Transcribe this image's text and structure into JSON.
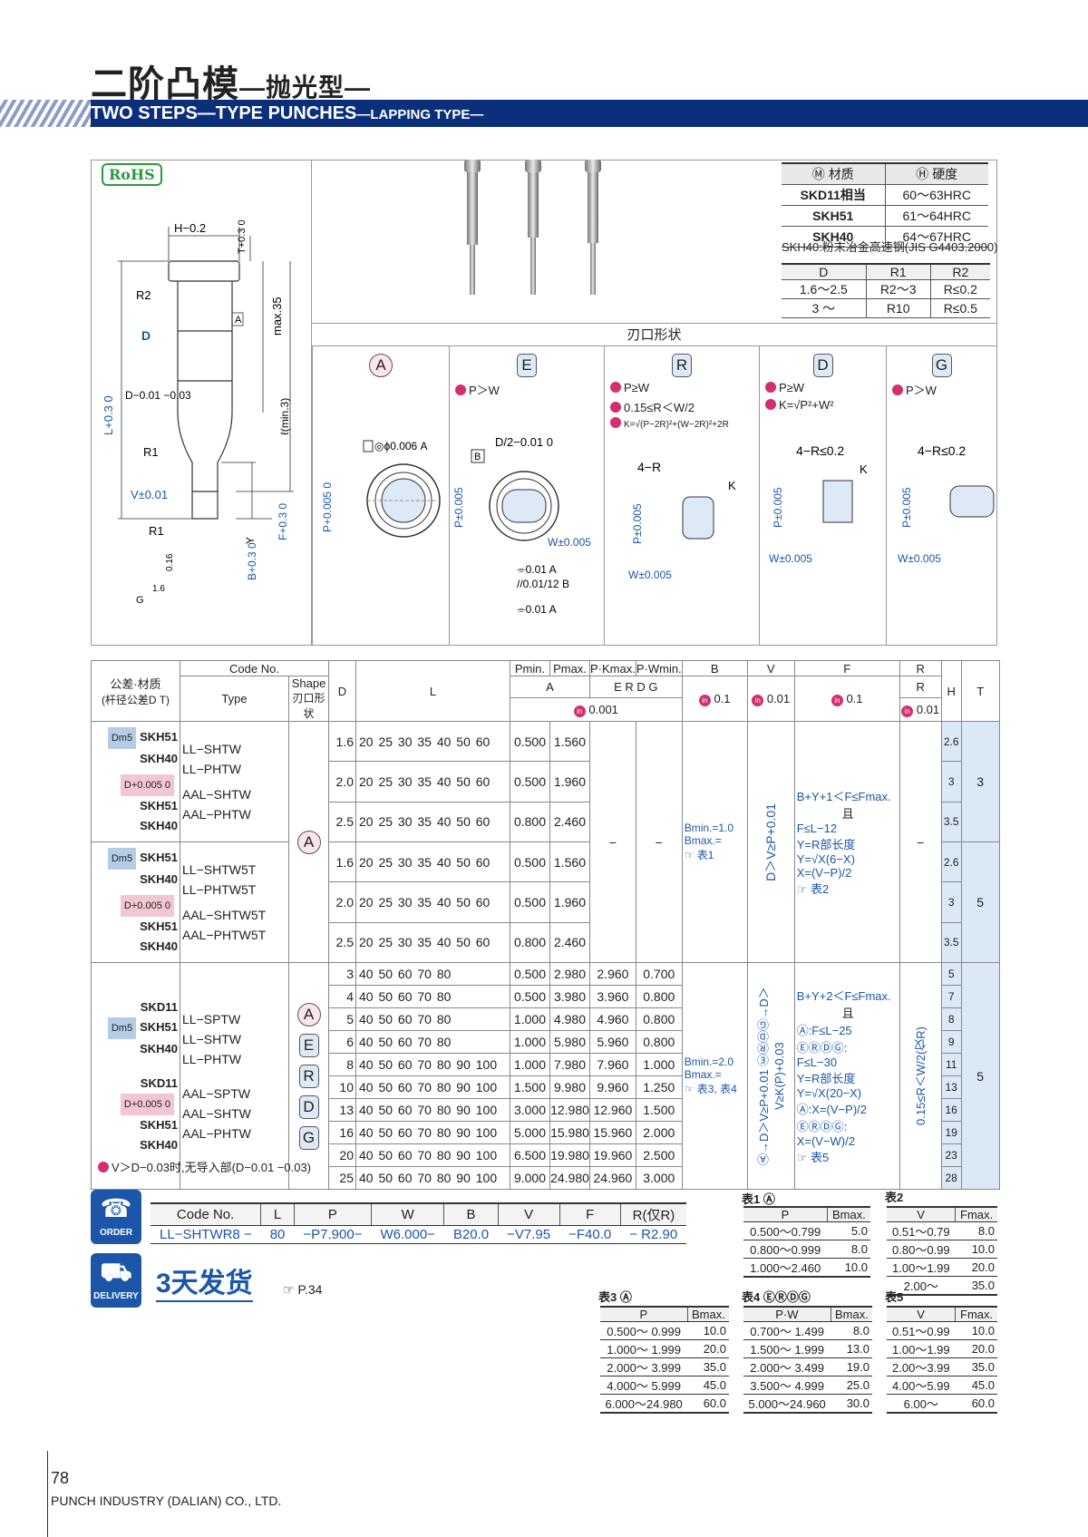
{
  "header": {
    "title_zh": "二阶凸模",
    "title_zh_sub": "—抛光型—",
    "title_en": "TWO STEPS—TYPE PUNCHES",
    "title_en_sub": "—LAPPING TYPE—"
  },
  "rohs": "RoHS",
  "drawing": {
    "labels": [
      "H−0.2 0",
      "T+0.3 0",
      "R2",
      "A",
      "D",
      "max.35",
      "D−0.01 −0.03",
      "ℓ(min.3)",
      "L+0.3 0",
      "R1",
      "V±0.01",
      "F+0.3 0",
      "R1",
      "Y",
      "B+0.3 0",
      "0.16",
      "G",
      "1.6"
    ]
  },
  "material_table": {
    "headers": [
      "材质",
      "硬度"
    ],
    "rows": [
      [
        "SKD11相当",
        "60～63HRC"
      ],
      [
        "SKH51",
        "61～64HRC"
      ],
      [
        "SKH40",
        "64～67HRC"
      ]
    ],
    "note": "SKH40:粉末冶金高速钢(JIS G4403.2000)"
  },
  "r_table": {
    "headers": [
      "D",
      "R1",
      "R2"
    ],
    "rows": [
      [
        "1.6～2.5",
        "R2～3",
        "R≤0.2"
      ],
      [
        "3 ～",
        "R10",
        "R≤0.5"
      ]
    ]
  },
  "blade_shape": {
    "title": "刃口形状",
    "shapes": [
      {
        "key": "A",
        "notes": [],
        "labels": [
          "◎ϕ0.006 A",
          "P+0.005 0"
        ]
      },
      {
        "key": "E",
        "notes": [
          "P＞W"
        ],
        "labels": [
          "D/2−0.01 0",
          "B",
          "P±0.005",
          "W±0.005",
          "⌯0.01 A",
          "//0.01/12 B",
          "⌯0.01 A"
        ]
      },
      {
        "key": "R",
        "notes": [
          "P≥W",
          "0.15≤R＜W/2",
          "K=√(P−2R)²+(W−2R)²+2R"
        ],
        "labels": [
          "4−R",
          "K",
          "P±0.005",
          "W±0.005"
        ]
      },
      {
        "key": "D",
        "notes": [
          "P≥W",
          "K=√P²+W²"
        ],
        "labels": [
          "4−R≤0.2",
          "K",
          "P±0.005",
          "W±0.005"
        ]
      },
      {
        "key": "G",
        "notes": [
          "P＞W"
        ],
        "labels": [
          "4−R≤0.2",
          "P±0.005",
          "W±0.005"
        ]
      }
    ]
  },
  "main_table": {
    "head": {
      "tol_mat": "公差·材质",
      "tol_mat_sub": "(杆径公差D T)",
      "code_no": "Code No.",
      "type": "Type",
      "shape": "Shape",
      "shape_sub": "刃口形状",
      "d": "D",
      "l": "L",
      "pmin": "Pmin.",
      "pmax": "Pmax.",
      "pk": "P·Kmax.",
      "pw": "P·Wmin.",
      "a_mark": "A",
      "erdg_mark": "E R D G",
      "tol_001": "0.001",
      "b": "B",
      "b_tol": "0.1",
      "v": "V",
      "v_tol": "0.01",
      "f": "F",
      "f_tol": "0.1",
      "r": "R",
      "r_mark": "R",
      "r_tol": "0.01",
      "h": "H",
      "t": "T"
    },
    "group1": {
      "blocks": [
        {
          "tol": "Dm5",
          "mats": [
            "SKH51",
            "SKH40"
          ],
          "types": [
            "LL−SHTW",
            "LL−PHTW"
          ]
        },
        {
          "tol": "D+0.005 0",
          "mats": [
            "SKH51",
            "SKH40"
          ],
          "types": [
            "AAL−SHTW",
            "AAL−PHTW"
          ]
        },
        {
          "tol": "Dm5",
          "mats": [
            "SKH51",
            "SKH40"
          ],
          "types": [
            "LL−SHTW5T",
            "LL−PHTW5T"
          ]
        },
        {
          "tol": "D+0.005 0",
          "mats": [
            "SKH51",
            "SKH40"
          ],
          "types": [
            "AAL−SHTW5T",
            "AAL−PHTW5T"
          ]
        }
      ],
      "shape": "A",
      "rows": [
        {
          "d": "1.6",
          "l": "20 25 30 35 40 50 60",
          "pmin": "0.500",
          "pmax": "1.560",
          "h": "2.6"
        },
        {
          "d": "2.0",
          "l": "20 25 30 35 40 50 60",
          "pmin": "0.500",
          "pmax": "1.960",
          "h": "3"
        },
        {
          "d": "2.5",
          "l": "20 25 30 35 40 50 60",
          "pmin": "0.800",
          "pmax": "2.460",
          "h": "3.5"
        },
        {
          "d": "1.6",
          "l": "20 25 30 35 40 50 60",
          "pmin": "0.500",
          "pmax": "1.560",
          "h": "2.6"
        },
        {
          "d": "2.0",
          "l": "20 25 30 35 40 50 60",
          "pmin": "0.500",
          "pmax": "1.960",
          "h": "3"
        },
        {
          "d": "2.5",
          "l": "20 25 30 35 40 50 60",
          "pmin": "0.800",
          "pmax": "2.460",
          "h": "3.5"
        }
      ],
      "dash": "−",
      "b_text": [
        "Bmin.=1.0",
        "Bmax.=",
        "☞ 表1"
      ],
      "v_text": "D＞V≥P+0.01",
      "f_text": [
        "B+Y+1＜F≤Fmax.",
        "且",
        "F≤L−12",
        "Y=R部长度",
        "Y=√X(6−X)",
        "X=(V−P)/2",
        "☞ 表2"
      ],
      "t_values": [
        "3",
        "5"
      ]
    },
    "group2": {
      "block": {
        "tol_a": "Dm5",
        "tol_b": "D+0.005 0",
        "mats_a": [
          "SKD11",
          "SKH51",
          "SKH40"
        ],
        "types_a": [
          "LL−SPTW",
          "LL−SHTW",
          "LL−PHTW"
        ],
        "mats_b": [
          "SKD11",
          "SKH51",
          "SKH40"
        ],
        "types_b": [
          "AAL−SPTW",
          "AAL−SHTW",
          "AAL−PHTW"
        ]
      },
      "shapes": [
        "A",
        "E",
        "R",
        "D",
        "G"
      ],
      "rows": [
        {
          "d": "3",
          "l": "40 50 60 70 80",
          "pmin": "0.500",
          "pmax": "2.980",
          "pk": "2.960",
          "pw": "0.700",
          "h": "5"
        },
        {
          "d": "4",
          "l": "40 50 60 70 80",
          "pmin": "0.500",
          "pmax": "3.980",
          "pk": "3.960",
          "pw": "0.800",
          "h": "7"
        },
        {
          "d": "5",
          "l": "40 50 60 70 80",
          "pmin": "1.000",
          "pmax": "4.980",
          "pk": "4.960",
          "pw": "0.800",
          "h": "8"
        },
        {
          "d": "6",
          "l": "40 50 60 70 80",
          "pmin": "1.000",
          "pmax": "5.980",
          "pk": "5.960",
          "pw": "0.800",
          "h": "9"
        },
        {
          "d": "8",
          "l": "40 50 60 70 80 90 100",
          "pmin": "1.000",
          "pmax": "7.980",
          "pk": "7.960",
          "pw": "1.000",
          "h": "11"
        },
        {
          "d": "10",
          "l": "40 50 60 70 80 90 100",
          "pmin": "1.500",
          "pmax": "9.980",
          "pk": "9.960",
          "pw": "1.250",
          "h": "13"
        },
        {
          "d": "13",
          "l": "40 50 60 70 80 90 100",
          "pmin": "3.000",
          "pmax": "12.980",
          "pk": "12.960",
          "pw": "1.500",
          "h": "16"
        },
        {
          "d": "16",
          "l": "40 50 60 70 80 90 100",
          "pmin": "5.000",
          "pmax": "15.980",
          "pk": "15.960",
          "pw": "2.000",
          "h": "19"
        },
        {
          "d": "20",
          "l": "40 50 60 70 80 90 100",
          "pmin": "6.500",
          "pmax": "19.980",
          "pk": "19.960",
          "pw": "2.500",
          "h": "23"
        },
        {
          "d": "25",
          "l": "40 50 60 70 80 90 100",
          "pmin": "9.000",
          "pmax": "24.980",
          "pk": "24.960",
          "pw": "3.000",
          "h": "28"
        }
      ],
      "b_text": [
        "Bmin.=2.0",
        "Bmax.=",
        "☞ 表3, 表4"
      ],
      "v_text": "Ⓐ→D＞V≥P+0.01 ⒺⓇⒹⒼ→D＞V≥K(P)+0.03",
      "f_text": [
        "B+Y+2＜F≤Fmax.",
        "且",
        "Ⓐ:F≤L−25",
        "ⒺⓇⒹⒼ:",
        "F≤L−30",
        "Y=R部长度",
        "Y=√X(20−X)",
        "Ⓐ:X=(V−P)/2",
        "ⒺⓇⒹⒼ:",
        "X=(V−W)/2",
        "☞ 表5"
      ],
      "r_text": "0.15≤R＜W/2(仅R)",
      "t_value": "5"
    },
    "footnote": "V＞D−0.03时,无导入部(D−0.01 −0.03)"
  },
  "order": {
    "icon_label": "ORDER",
    "headers": [
      "Code No.",
      "L",
      "P",
      "W",
      "B",
      "V",
      "F",
      "R(仅R)"
    ],
    "values": [
      "LL−SHTWR8 −",
      "80",
      "−P7.900−",
      "W6.000−",
      "B20.0",
      "−V7.95",
      "−F40.0",
      "− R2.90"
    ]
  },
  "delivery": {
    "icon_label": "DELIVERY",
    "text": "3天发货",
    "ref": "☞ P.34"
  },
  "small_tables": {
    "t1": {
      "title": "表1 Ⓐ",
      "headers": [
        "P",
        "Bmax."
      ],
      "rows": [
        [
          "0.500～0.799",
          "5.0"
        ],
        [
          "0.800～0.999",
          "8.0"
        ],
        [
          "1.000～2.460",
          "10.0"
        ]
      ]
    },
    "t2": {
      "title": "表2",
      "headers": [
        "V",
        "Fmax."
      ],
      "rows": [
        [
          "0.51～0.79",
          "8.0"
        ],
        [
          "0.80～0.99",
          "10.0"
        ],
        [
          "1.00～1.99",
          "20.0"
        ],
        [
          "2.00～",
          "35.0"
        ]
      ]
    },
    "t3": {
      "title": "表3 Ⓐ",
      "headers": [
        "P",
        "Bmax."
      ],
      "rows": [
        [
          "0.500～ 0.999",
          "10.0"
        ],
        [
          "1.000～ 1.999",
          "20.0"
        ],
        [
          "2.000～ 3.999",
          "35.0"
        ],
        [
          "4.000～ 5.999",
          "45.0"
        ],
        [
          "6.000～24.980",
          "60.0"
        ]
      ]
    },
    "t4": {
      "title": "表4 ⒺⓇⒹⒼ",
      "headers": [
        "P·W",
        "Bmax."
      ],
      "rows": [
        [
          "0.700～ 1.499",
          "8.0"
        ],
        [
          "1.500～ 1.999",
          "13.0"
        ],
        [
          "2.000～ 3.499",
          "19.0"
        ],
        [
          "3.500～ 4.999",
          "25.0"
        ],
        [
          "5.000～24.960",
          "30.0"
        ]
      ]
    },
    "t5": {
      "title": "表5",
      "headers": [
        "V",
        "Fmax."
      ],
      "rows": [
        [
          "0.51～0.99",
          "10.0"
        ],
        [
          "1.00～1.99",
          "20.0"
        ],
        [
          "2.00～3.99",
          "35.0"
        ],
        [
          "4.00～5.99",
          "45.0"
        ],
        [
          "6.00～",
          "60.0"
        ]
      ]
    }
  },
  "footer": {
    "page": "78",
    "company": "PUNCH INDUSTRY (DALIAN) CO., LTD."
  }
}
